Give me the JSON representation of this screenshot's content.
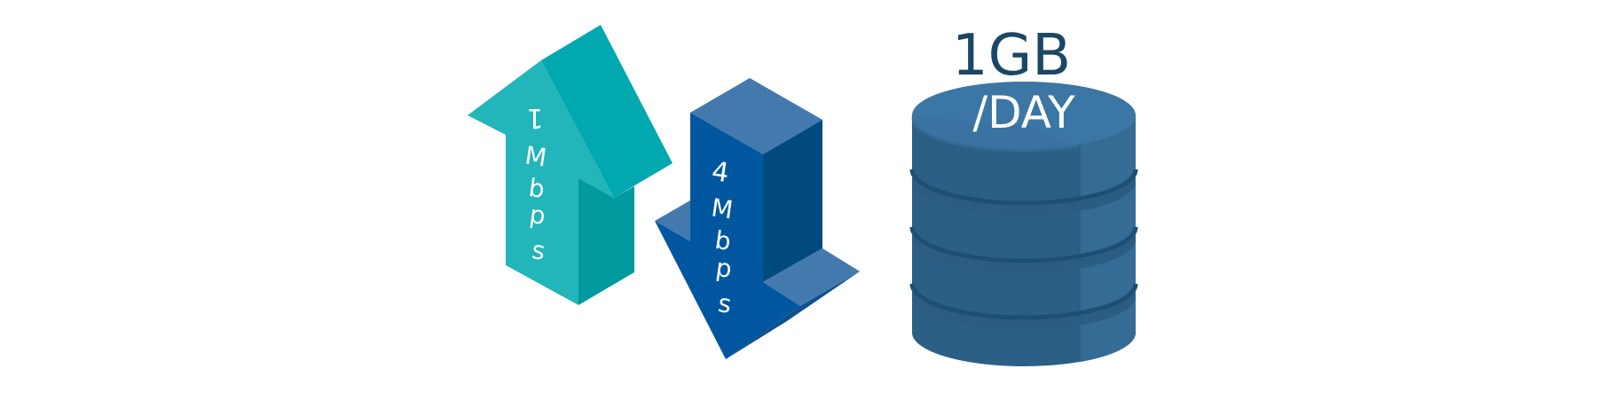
{
  "upload": {
    "value": "1",
    "unit_chars": [
      "M",
      "b",
      "p",
      "s"
    ]
  },
  "download": {
    "value": "4",
    "unit_chars": [
      "M",
      "b",
      "p",
      "s"
    ]
  },
  "storage": {
    "line1": "1GB",
    "line2": "/DAY"
  },
  "colors": {
    "teal_light": "#22b5b9",
    "teal_mid": "#00a8b0",
    "teal_dark": "#009a9f",
    "blue_light": "#4479ad",
    "blue_mid": "#0057a0",
    "blue_dark": "#004a80",
    "db_front": "#2c5f86",
    "db_side": "#356c95",
    "db_top": "#3b76a4",
    "db_ring": "#1c4f73",
    "text_dark": "#1b4766",
    "text_white": "#ffffff"
  },
  "icons": [
    "upload-arrow-icon",
    "download-arrow-icon",
    "database-icon"
  ]
}
